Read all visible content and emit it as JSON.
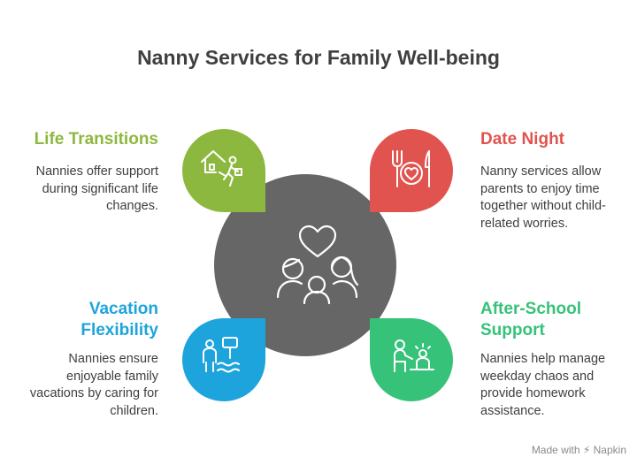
{
  "title": "Nanny Services for Family Well-being",
  "colors": {
    "center": "#666666",
    "life_transitions": "#8db83f",
    "date_night": "#e0534e",
    "vacation": "#1ea4dc",
    "after_school": "#37c27a"
  },
  "center_icon": "family-heart-icon",
  "items": [
    {
      "label": "Life Transitions",
      "desc_lines": [
        "Nannies offer support",
        "during significant life",
        "changes."
      ],
      "icon": "home-moving-icon"
    },
    {
      "label": "Date Night",
      "desc_lines": [
        "Nanny services allow",
        "parents to enjoy time",
        "together without child-",
        "related worries."
      ],
      "icon": "dinner-plate-heart-icon"
    },
    {
      "label_lines": [
        "Vacation",
        "Flexibility"
      ],
      "desc_lines": [
        "Nannies ensure",
        "enjoyable family",
        "vacations by caring for",
        "children."
      ],
      "icon": "vacation-swim-icon"
    },
    {
      "label_lines": [
        "After-School",
        "Support"
      ],
      "desc_lines": [
        "Nannies help manage",
        "weekday chaos and",
        "provide homework",
        "assistance."
      ],
      "icon": "homework-help-icon"
    }
  ],
  "footer": {
    "made_with": "Made with",
    "brand": "Napkin"
  }
}
